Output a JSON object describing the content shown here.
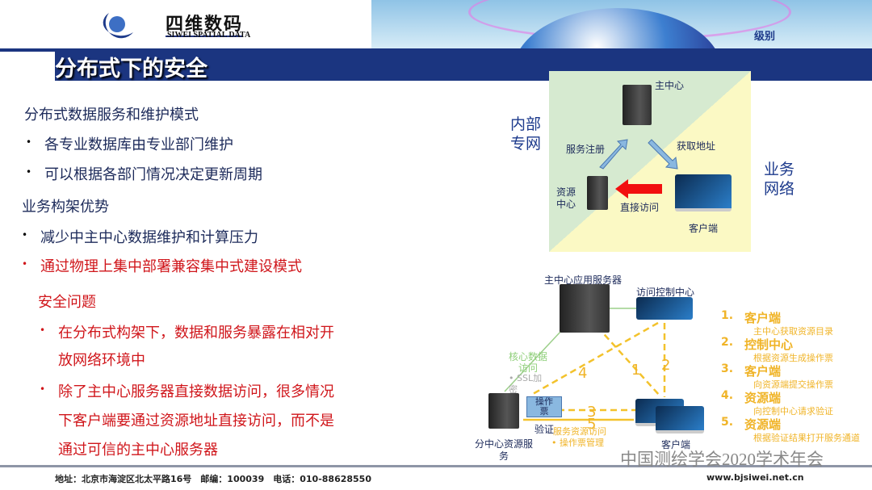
{
  "header": {
    "logo_cn": "四维数码",
    "logo_en": "SIWEI SPATIAL DATA",
    "banner_text": "级别",
    "title": "分布式下的安全"
  },
  "content": {
    "lines": [
      {
        "text": "分布式数据服务和维护模式",
        "bullet": false,
        "red": false
      },
      {
        "text": "各专业数据库由专业部门维护",
        "bullet": true,
        "red": false
      },
      {
        "text": "可以根据各部门情况决定更新周期",
        "bullet": true,
        "red": false
      },
      {
        "text": "业务构架优势",
        "bullet": false,
        "red": false
      },
      {
        "text": "减少中主中心数据维护和计算压力",
        "bullet": true,
        "red": false
      },
      {
        "text": "通过物理上集中部署兼容集中式建设模式",
        "bullet": true,
        "red": true
      },
      {
        "text": "安全问题",
        "bullet": false,
        "red": true
      },
      {
        "text": "在分布式构架下，数据和服务暴露在相对开",
        "bullet": true,
        "red": true
      },
      {
        "text": "放网络环境中",
        "bullet": false,
        "red": true
      },
      {
        "text": "除了主中心服务器直接数据访问，很多情况",
        "bullet": true,
        "red": true
      },
      {
        "text": "下客户端要通过资源地址直接访问，而不是",
        "bullet": false,
        "red": true
      },
      {
        "text": "通过可信的主中心服务器",
        "bullet": false,
        "red": true
      }
    ]
  },
  "diagram1": {
    "left_zone": "内部\n专网",
    "right_zone": "业务\n网络",
    "main_center": "主中心",
    "register": "服务注册",
    "get_address": "获取地址",
    "resource_center": "资源\n中心",
    "direct_access": "直接访问",
    "client": "客户端"
  },
  "diagram2": {
    "app_server": "主中心应用服务器",
    "access_control": "访问控制中心",
    "core_access": "核心数据\n访问",
    "ssl": "• SSL加\n密",
    "ticket": "操作\n票",
    "verify": "验证",
    "service_access": "服务资源访问",
    "ticket_mgmt": "• 操作票管理",
    "sub_server": "分中心资源服\n务",
    "client": "客户端",
    "arrow_labels": [
      "1",
      "2",
      "3",
      "4",
      "5"
    ],
    "steps": [
      {
        "num": "1.",
        "title": "客户端",
        "desc": "主中心获取资源目录"
      },
      {
        "num": "2.",
        "title": "控制中心",
        "desc": "根据资源生成操作票"
      },
      {
        "num": "3.",
        "title": "客户端",
        "desc": "向资源端提交操作票"
      },
      {
        "num": "4.",
        "title": "资源端",
        "desc": "向控制中心请求验证"
      },
      {
        "num": "5.",
        "title": "资源端",
        "desc": "根据验证结果打开服务通道"
      }
    ]
  },
  "footer": {
    "address": "地址：北京市海淀区北太平路16号　邮编：100039　电话：010-88628550",
    "website": "www.bjsiwei.net.cn",
    "watermark": "中国测绘学会2020学术年会"
  },
  "colors": {
    "bar": "#1b3580",
    "text": "#1c2a5a",
    "red": "#d0161b",
    "legend": "#f0b428"
  }
}
